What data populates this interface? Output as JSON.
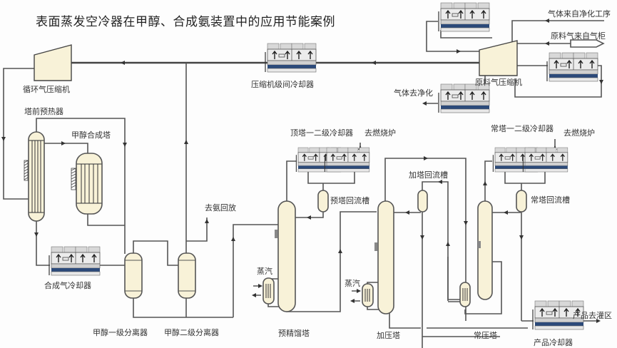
{
  "title": "表面蒸发空冷器在甲醇、合成氨装置中的应用节能案例",
  "colors": {
    "pipe": "#555555",
    "vessel_fill": "#f8f2d8",
    "cooler_band": "#2c4a7a",
    "cooler_body": "#e4e4e4"
  },
  "equipment": {
    "recycle_compressor": "循环气压缩机",
    "feed_compressor": "原料气压缩机",
    "interstage_cooler": "压缩机级间冷却器",
    "preheater": "塔前预热器",
    "methanol_reactor": "甲醇合成塔",
    "syngas_cooler": "合成气冷却器",
    "separator_1": "甲醇一级分离器",
    "separator_2": "甲醇二级分离器",
    "pre_column": "预精馏塔",
    "pressure_column": "加压塔",
    "atm_column": "常压塔",
    "pre_column_coolers": "顶塔一二级冷却器",
    "atm_column_coolers": "常塔一二级冷却器",
    "pre_reflux_drum": "预塔回流槽",
    "pressure_reflux_drum": "加塔回流槽",
    "atm_reflux_drum": "常塔回流槽",
    "product_cooler": "产品冷却器"
  },
  "streams": {
    "gas_from_purification": "气体来自净化工序",
    "feed_gas_from_holder": "原料气来自气柜",
    "gas_to_purification": "气体去净化",
    "to_ammonia_recovery": "去氨回放",
    "to_furnace_1": "去燃烧炉",
    "to_furnace_2": "去燃烧炉",
    "steam_1": "蒸汽",
    "steam_2": "蒸汽",
    "product_to_tank": "产品去灌区"
  }
}
